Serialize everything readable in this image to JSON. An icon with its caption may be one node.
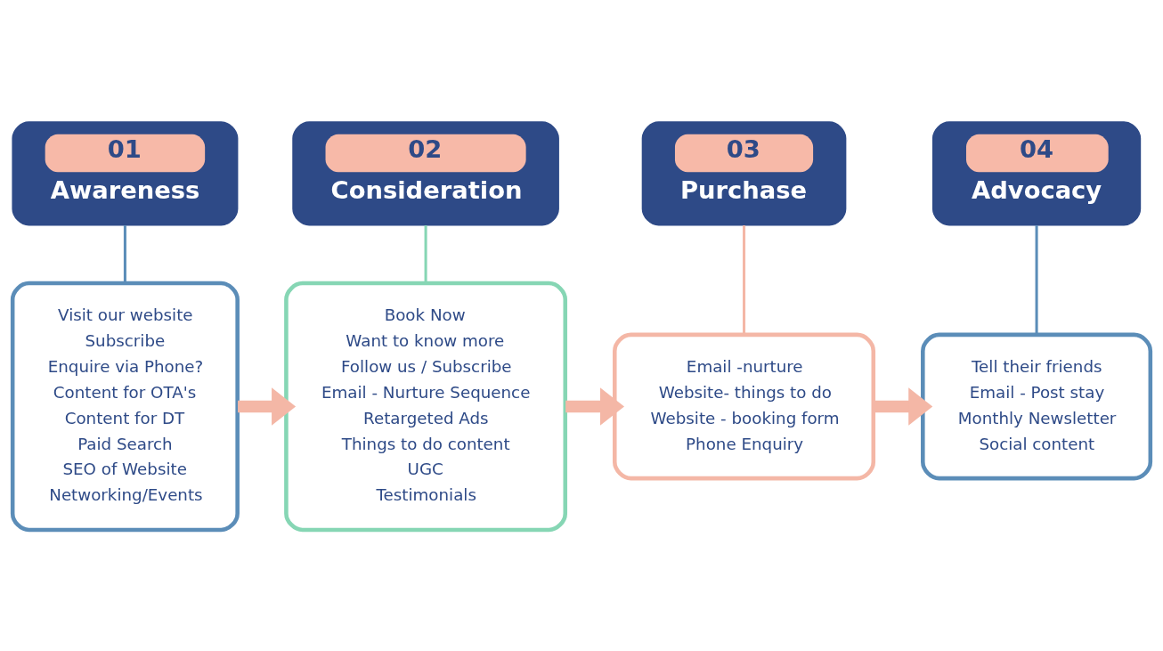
{
  "diagram": {
    "nodes": [
      {
        "text": [
          "01",
          "Awareness"
        ]
      },
      {
        "text": [
          "Visit our website",
          "Subscribe",
          "Enquire via Phone?",
          "Content for OTA's",
          "Content for DT",
          "Paid Search",
          "SEO of Website",
          "Networking/Events"
        ]
      },
      {
        "text": [
          "02",
          "Consideration"
        ]
      },
      {
        "text": [
          "Book Now",
          "Want to know more",
          "Follow us / Subscribe",
          "Email - Nurture Sequence",
          "Retargeted Ads",
          "Things to do content",
          "UGC",
          "Testimonials"
        ]
      },
      {
        "text": [
          "03",
          "Purchase"
        ]
      },
      {
        "text": [
          "Email -nurture",
          "Website- things to do",
          "Website - booking form",
          "Phone Enquiry"
        ]
      },
      {
        "text": [
          "04",
          "Advocacy"
        ]
      },
      {
        "text": [
          "Tell their friends",
          "Email - Post stay",
          "Monthly Newsletter",
          "Social content"
        ]
      }
    ],
    "edges": [
      {
        "from": 0,
        "to": 1,
        "arrow": "none",
        "color": "#5b8db8"
      },
      {
        "from": 2,
        "to": 3,
        "arrow": "none",
        "color": "#86d6b4"
      },
      {
        "from": 4,
        "to": 5,
        "arrow": "none",
        "color": "#f4b7a6"
      },
      {
        "from": 6,
        "to": 7,
        "arrow": "none",
        "color": "#5b8db8"
      },
      {
        "from": 1,
        "to": 3,
        "arrow": "to",
        "style": "thick",
        "color": "#f4b7a6"
      },
      {
        "from": 3,
        "to": 5,
        "arrow": "to",
        "style": "thick",
        "color": "#f4b7a6"
      },
      {
        "from": 5,
        "to": 7,
        "arrow": "to",
        "style": "thick",
        "color": "#f4b7a6"
      }
    ]
  }
}
